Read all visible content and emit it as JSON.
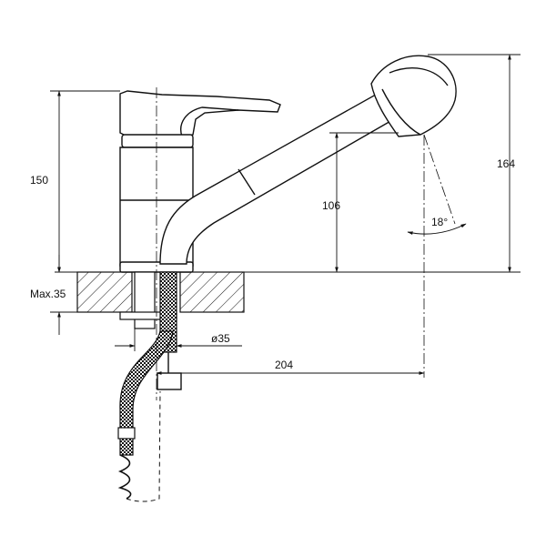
{
  "drawing": {
    "dimensions": {
      "height_total": "150",
      "spout_height": "164",
      "aerator_height": "106",
      "swivel_angle": "18°",
      "counter_thickness": "Max.35",
      "hole_diameter": "ø35",
      "reach": "204"
    },
    "colors": {
      "line": "#111111",
      "background": "#ffffff"
    }
  }
}
